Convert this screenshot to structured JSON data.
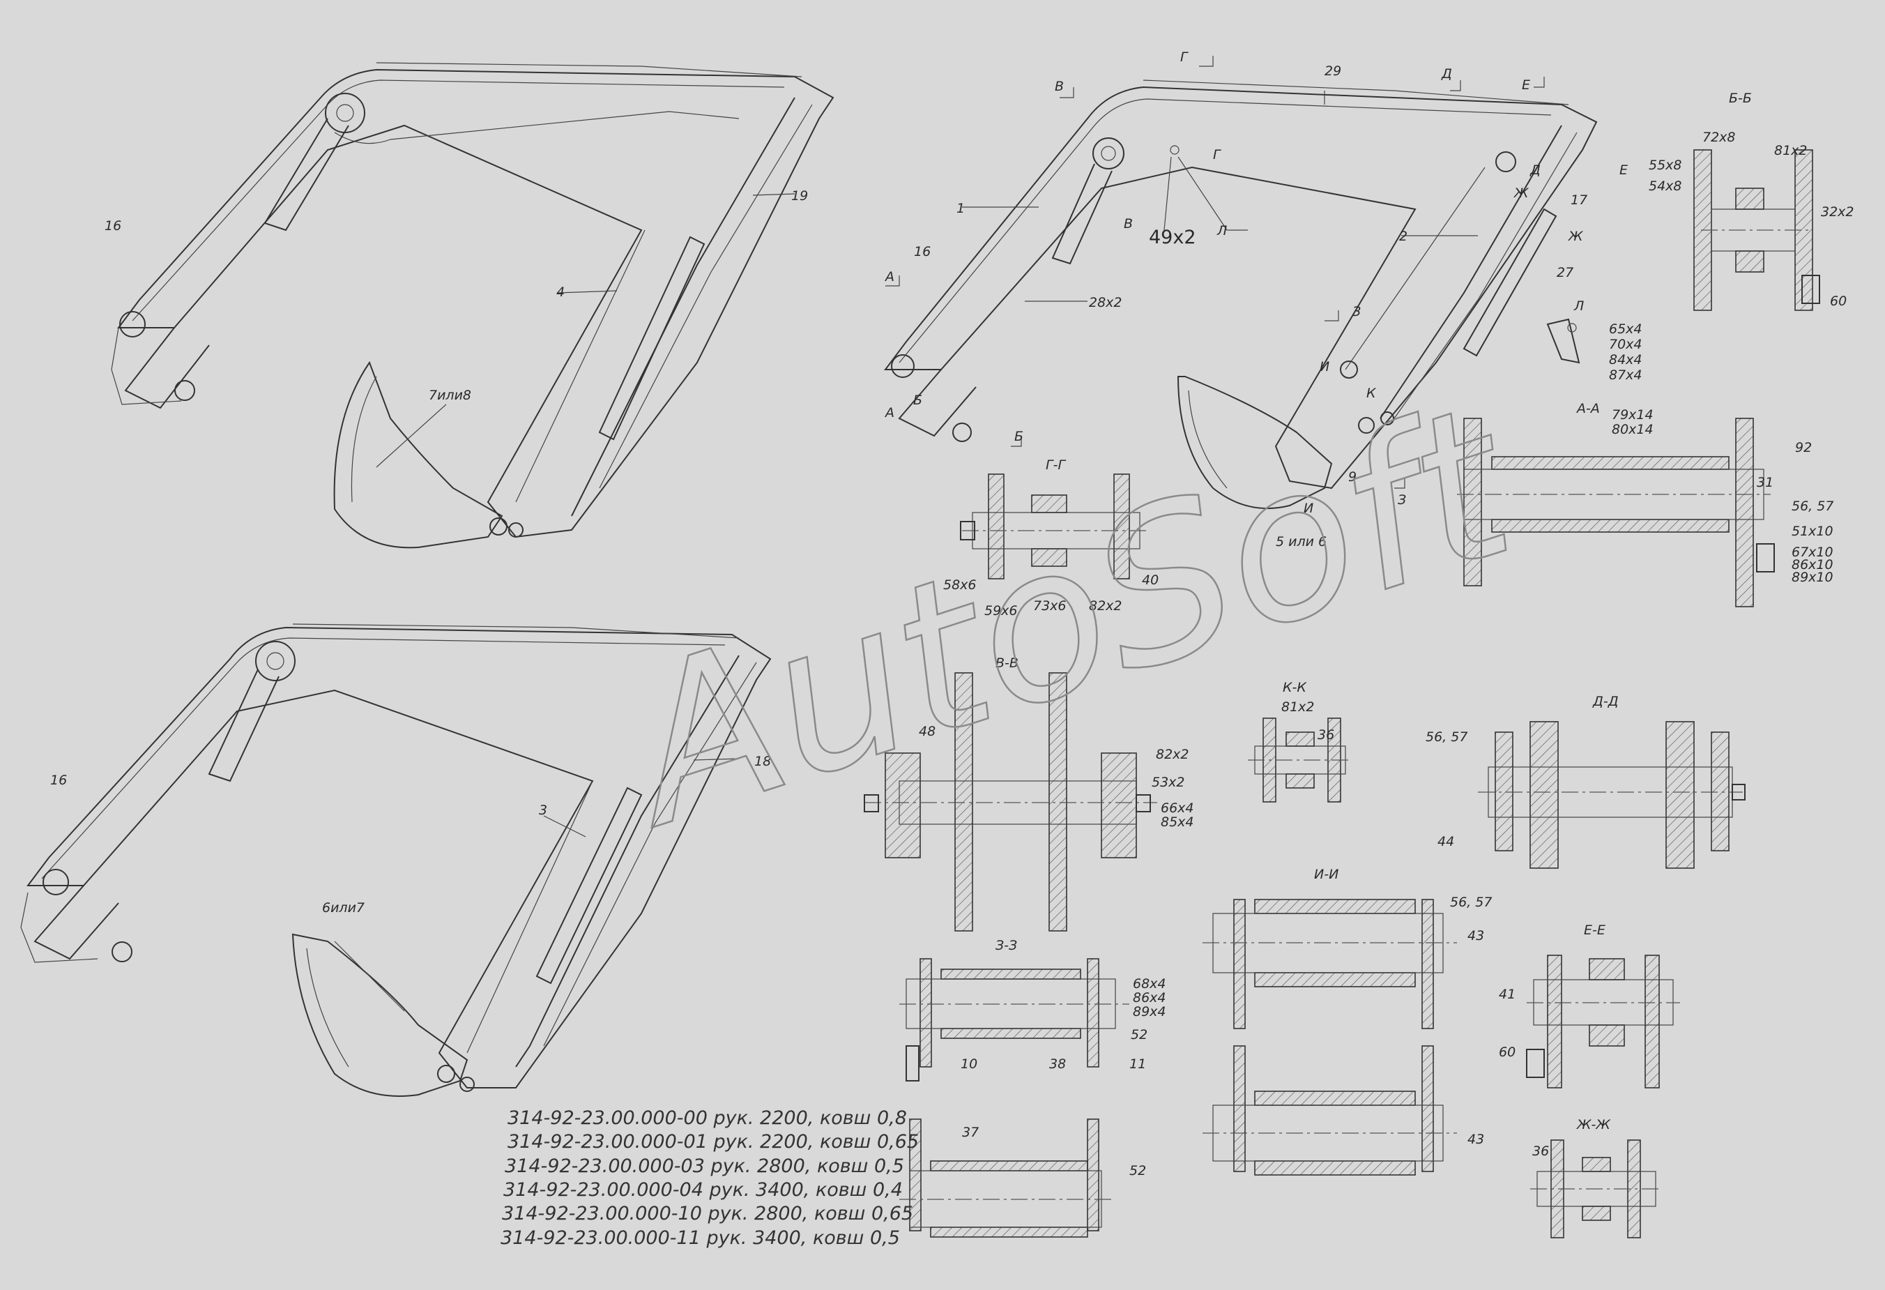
{
  "labels": {
    "top_left": {
      "n16": "16",
      "n19": "19",
      "n4": "4",
      "bucket": "7или8"
    },
    "bottom_left": {
      "n16": "16",
      "n18": "18",
      "n3": "3",
      "bucket": "6или7"
    },
    "top_mid": {
      "n1": "1",
      "n2": "2",
      "n9": "9",
      "n16": "16",
      "n17": "17",
      "n27": "27",
      "n28": "28x2",
      "n29": "29",
      "n49": "49x2",
      "bucket": "5 или 6",
      "A": "А",
      "B": "Б",
      "V": "В",
      "G": "Г",
      "D": "Д",
      "E": "Е",
      "Zh": "Ж",
      "Z": "З",
      "I": "И",
      "K": "К",
      "L": "Л"
    },
    "L_view": {
      "title": "Л",
      "items": [
        "65x4",
        "70x4",
        "84x4",
        "87x4"
      ]
    }
  },
  "sections": {
    "BB": {
      "title": "Б-Б",
      "items": [
        "72x8",
        "81x2",
        "55x8",
        "54x8",
        "32x2",
        "60"
      ]
    },
    "AA": {
      "title": "А-А",
      "items": [
        "79x14",
        "80x14",
        "92",
        "31",
        "56, 57",
        "51x10",
        "67x10",
        "86x10",
        "89x10"
      ]
    },
    "GG": {
      "title": "Г-Г",
      "items": [
        "58x6",
        "59x6",
        "73x6",
        "82x2",
        "40"
      ]
    },
    "VV": {
      "title": "В-В",
      "items": [
        "48",
        "82x2",
        "53x2",
        "66x4",
        "85x4"
      ]
    },
    "KK": {
      "title": "К-К",
      "items": [
        "81x2",
        "36"
      ]
    },
    "DD": {
      "title": "Д-Д",
      "items": [
        "56, 57",
        "44"
      ]
    },
    "ZZ": {
      "title": "З-З",
      "items": [
        "68x4",
        "86x4",
        "89x4",
        "52",
        "10",
        "38",
        "11"
      ]
    },
    "ZZ2": {
      "items": [
        "37",
        "52"
      ]
    },
    "II": {
      "title": "И-И",
      "items": [
        "56, 57",
        "43",
        "43"
      ]
    },
    "EE": {
      "title": "Е-Е",
      "items": [
        "41",
        "60"
      ]
    },
    "ZhZh": {
      "title": "Ж-Ж",
      "items": [
        "36"
      ]
    }
  },
  "variants": [
    "314-92-23.00.000-00 рук. 2200, ковш 0,8",
    "314-92-23.00.000-01 рук. 2200, ковш 0,65",
    "314-92-23.00.000-03 рук. 2800, ковш 0,5",
    "314-92-23.00.000-04 рук. 3400, ковш 0,4",
    "314-92-23.00.000-10 рук. 2800, ковш 0,65",
    "314-92-23.00.000-11 рук. 3400, ковш 0,5"
  ],
  "watermark": "AutoSoft",
  "colors": {
    "background": "#d9d9d9",
    "line": "#333333",
    "watermark": "#8a8a8a"
  }
}
